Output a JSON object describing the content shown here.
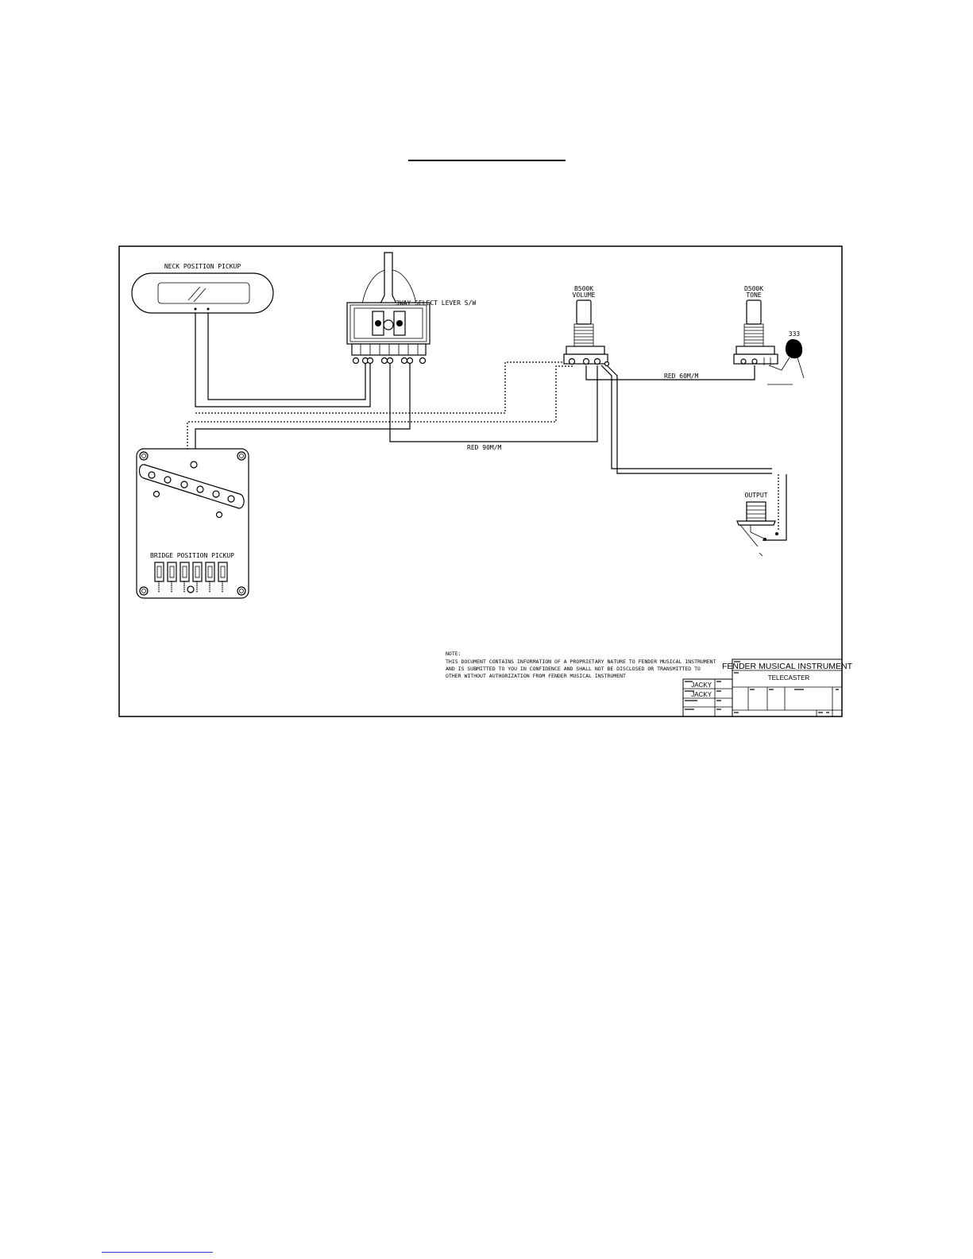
{
  "labels": {
    "neck_pickup": "NECK POSITION PICKUP",
    "switch": "3WAY SELECT LEVER S/W",
    "volume_value": "B500K",
    "volume_name": "VOLUME",
    "tone_value": "D500K",
    "tone_name": "TONE",
    "capacitor": "333",
    "wire_red_60": "RED 60M/M",
    "wire_red_90": "RED 90M/M",
    "output": "OUTPUT",
    "bridge_pickup": "BRIDGE POSITION PICKUP"
  },
  "note": {
    "heading": "NOTE:",
    "lines": [
      "THIS DOCUMENT CONTAINS INFORMATION OF A PROPRIETARY NATURE TO FENDER MUSICAL INSTRUMENT",
      "AND IS SUBMITTED TO YOU IN CONFIDENCE AND SHALL NOT BE DISCLOSED OR TRANSMITTED TO",
      "OTHER WITHOUT AUTHORIZATION FROM FENDER MUSICAL INSTRUMENT"
    ]
  },
  "title_block": {
    "company": "FENDER MUSICAL INSTRUMENT",
    "title": "TELECASTER",
    "drawn_by": "JACKY",
    "checked_by": "JACKY"
  }
}
